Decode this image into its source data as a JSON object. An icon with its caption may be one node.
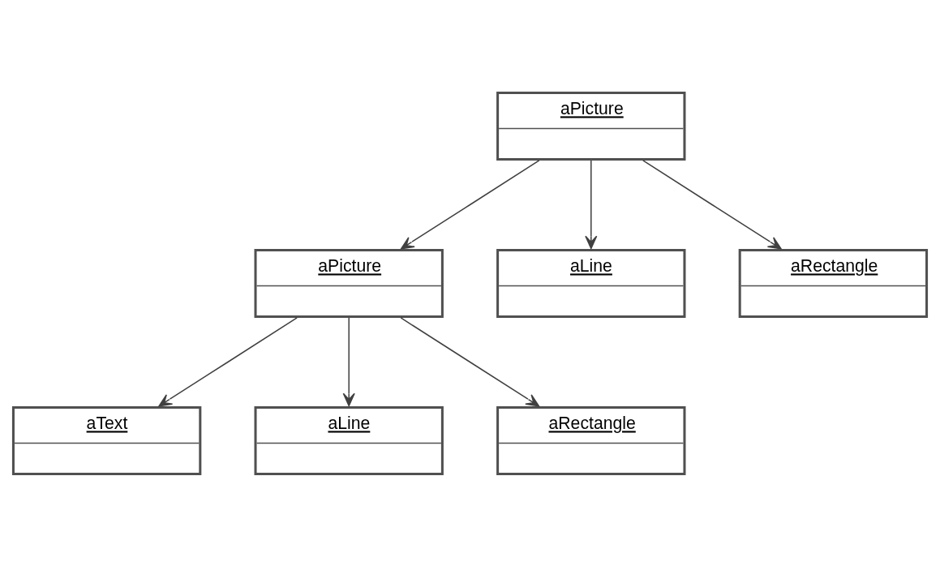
{
  "diagram": {
    "nodes": [
      {
        "text": [
          "aPicture"
        ]
      },
      {
        "text": [
          "aPicture"
        ]
      },
      {
        "text": [
          "aLine"
        ]
      },
      {
        "text": [
          "aRectangle"
        ]
      },
      {
        "text": [
          "aText"
        ]
      },
      {
        "text": [
          "aLine"
        ]
      },
      {
        "text": [
          "aRectangle"
        ]
      }
    ],
    "edges": [
      {
        "from": 0,
        "to": 1,
        "arrow": "to"
      },
      {
        "from": 0,
        "to": 2,
        "arrow": "to"
      },
      {
        "from": 0,
        "to": 3,
        "arrow": "to"
      },
      {
        "from": 1,
        "to": 4,
        "arrow": "to"
      },
      {
        "from": 1,
        "to": 5,
        "arrow": "to"
      },
      {
        "from": 1,
        "to": 6,
        "arrow": "to"
      }
    ]
  }
}
